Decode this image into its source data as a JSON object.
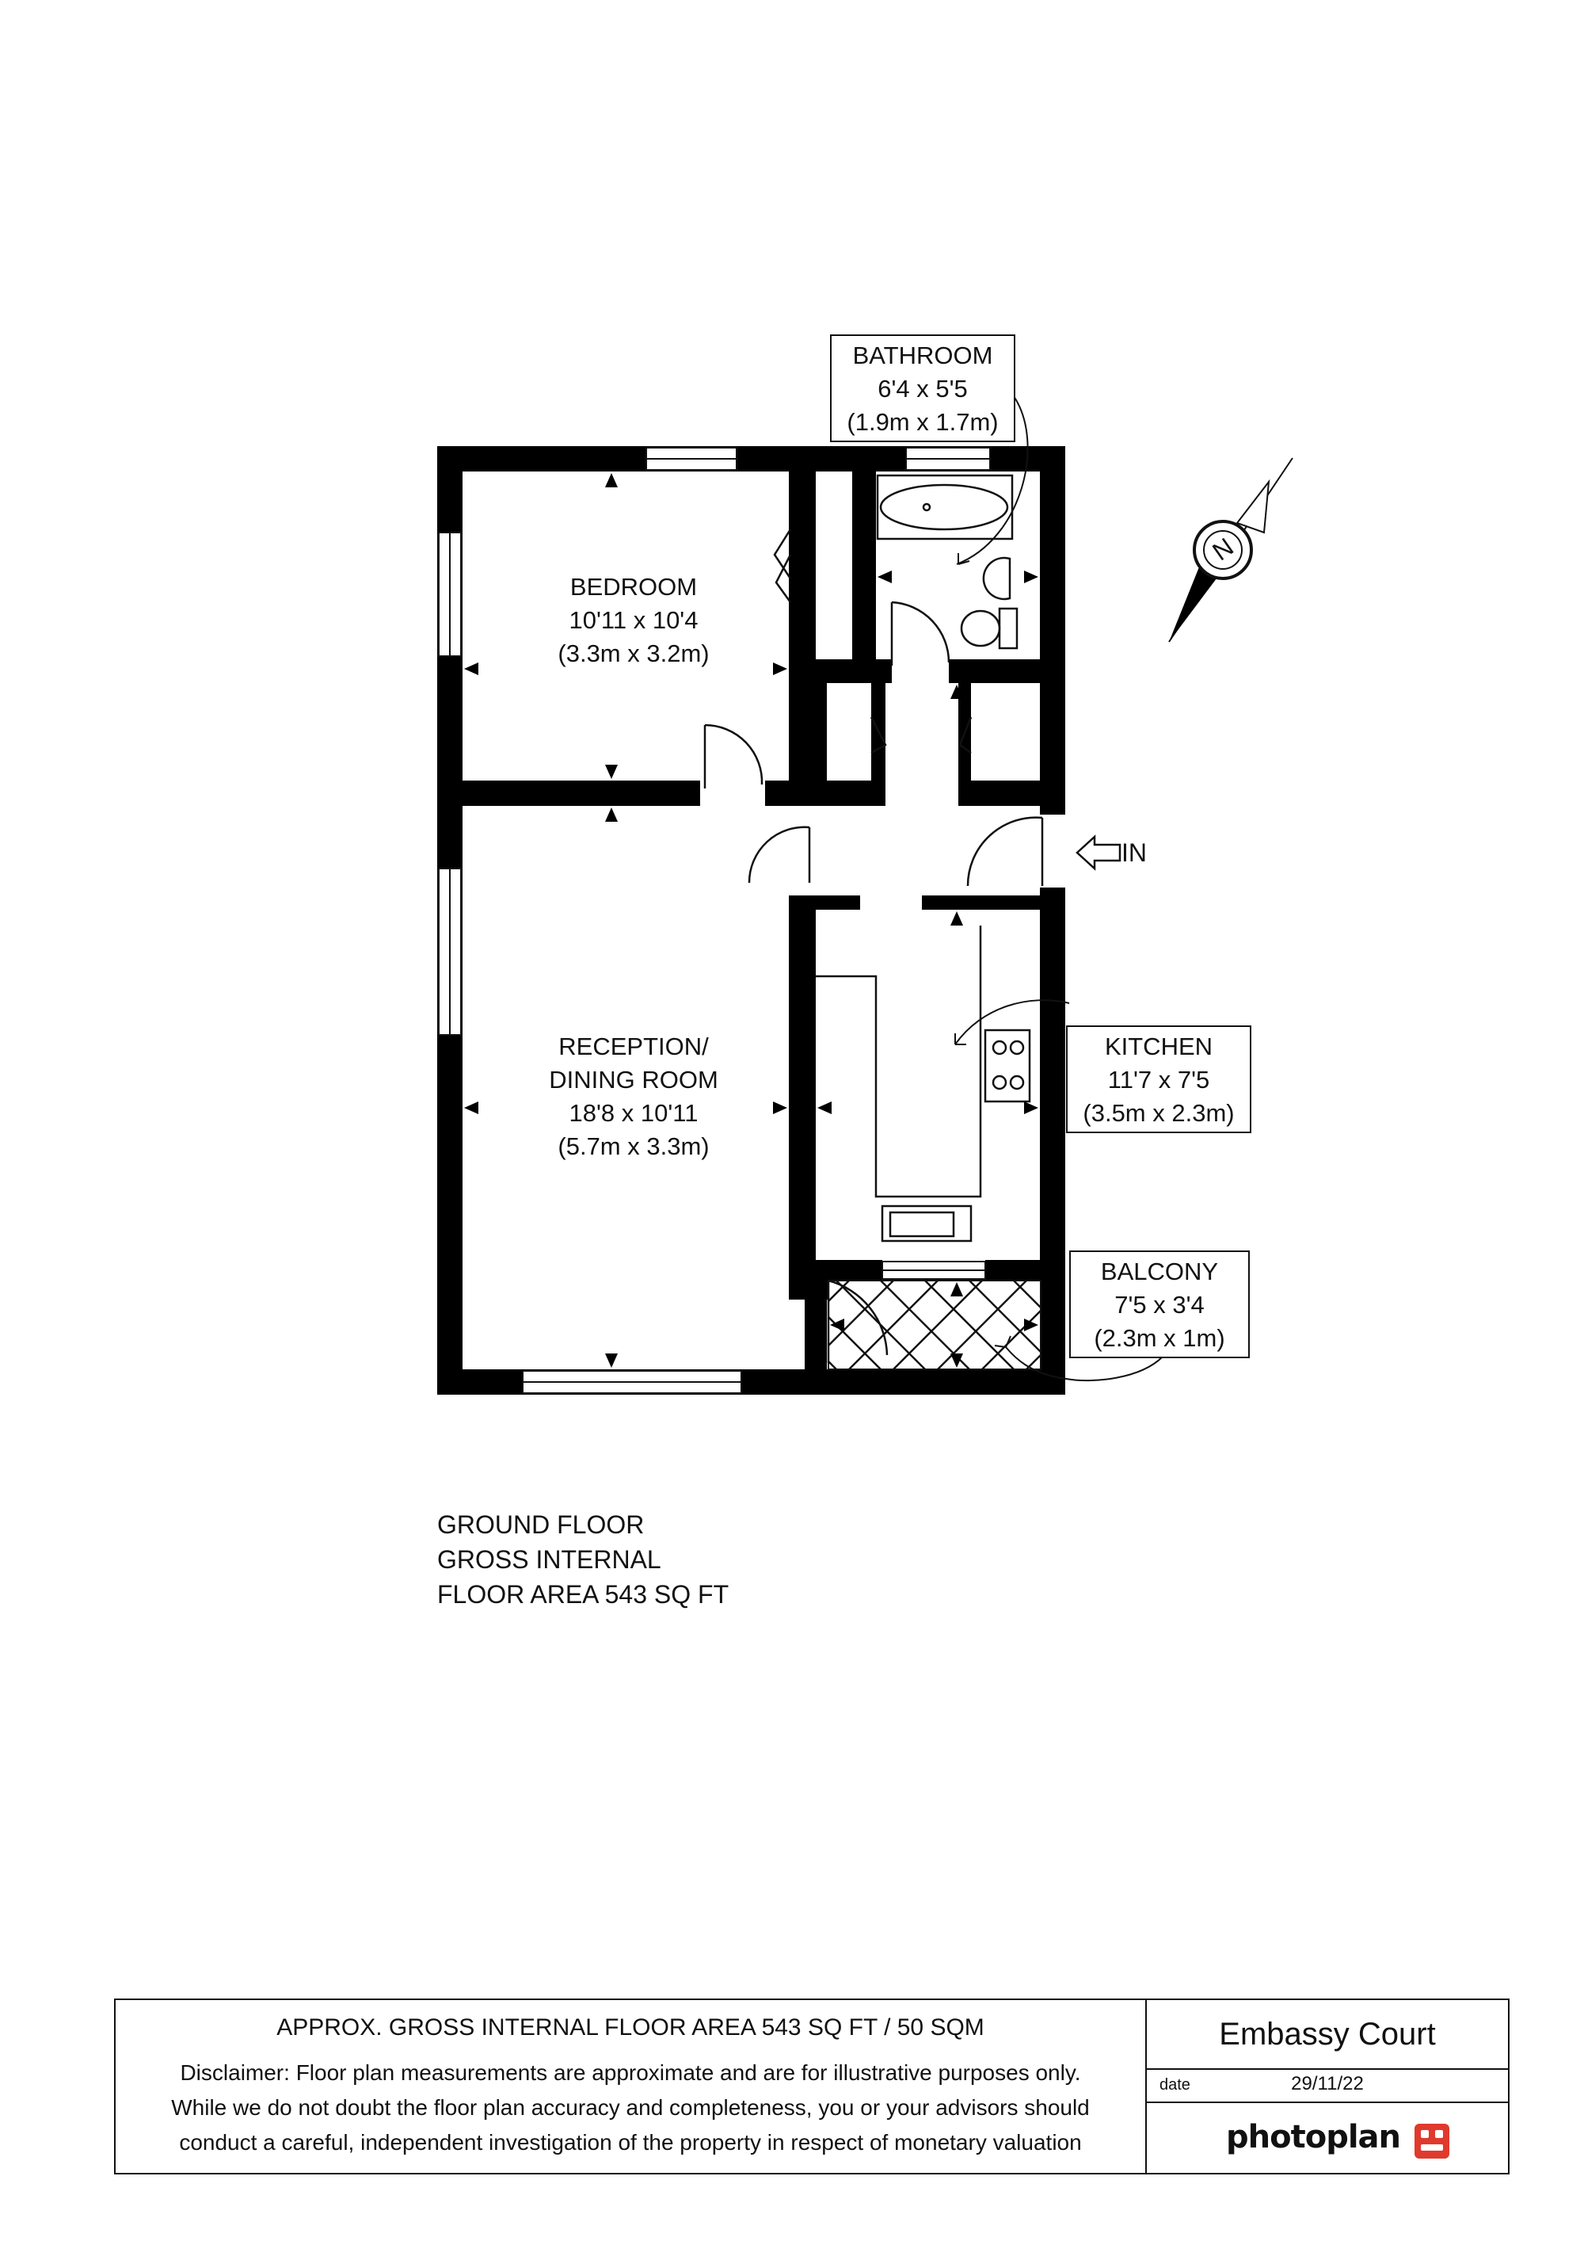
{
  "rooms": {
    "bedroom": {
      "name": "BEDROOM",
      "dims_imperial": "10'11 x 10'4",
      "dims_metric": "(3.3m x 3.2m)"
    },
    "reception": {
      "name_line1": "RECEPTION/",
      "name_line2": "DINING ROOM",
      "dims_imperial": "18'8 x 10'11",
      "dims_metric": "(5.7m x 3.3m)"
    },
    "bathroom": {
      "name": "BATHROOM",
      "dims_imperial": "6'4 x 5'5",
      "dims_metric": "(1.9m x 1.7m)"
    },
    "kitchen": {
      "name": "KITCHEN",
      "dims_imperial": "11'7 x 7'5",
      "dims_metric": "(3.5m x 2.3m)"
    },
    "balcony": {
      "name": "BALCONY",
      "dims_imperial": "7'5 x 3'4",
      "dims_metric": "(2.3m x 1m)"
    }
  },
  "entrance_label": "IN",
  "compass_label": "N",
  "floor_summary": {
    "line1": "GROUND FLOOR",
    "line2": "GROSS INTERNAL",
    "line3": "FLOOR AREA 543 SQ FT"
  },
  "footer": {
    "area_text": "APPROX. GROSS INTERNAL FLOOR AREA 543 SQ FT / 50 SQM",
    "disclaimer_line1": "Disclaimer: Floor plan measurements are approximate and are for illustrative purposes only.",
    "disclaimer_line2": "While we do not doubt the floor plan accuracy and completeness, you or your advisors should",
    "disclaimer_line3": "conduct a careful, independent investigation of the property in respect of monetary valuation",
    "property_name": "Embassy Court",
    "date_label": "date",
    "date_value": "29/11/22",
    "brand": "photoplan",
    "brand_color": "#e03a2e"
  },
  "colors": {
    "wall": "#000000",
    "background": "#ffffff"
  }
}
